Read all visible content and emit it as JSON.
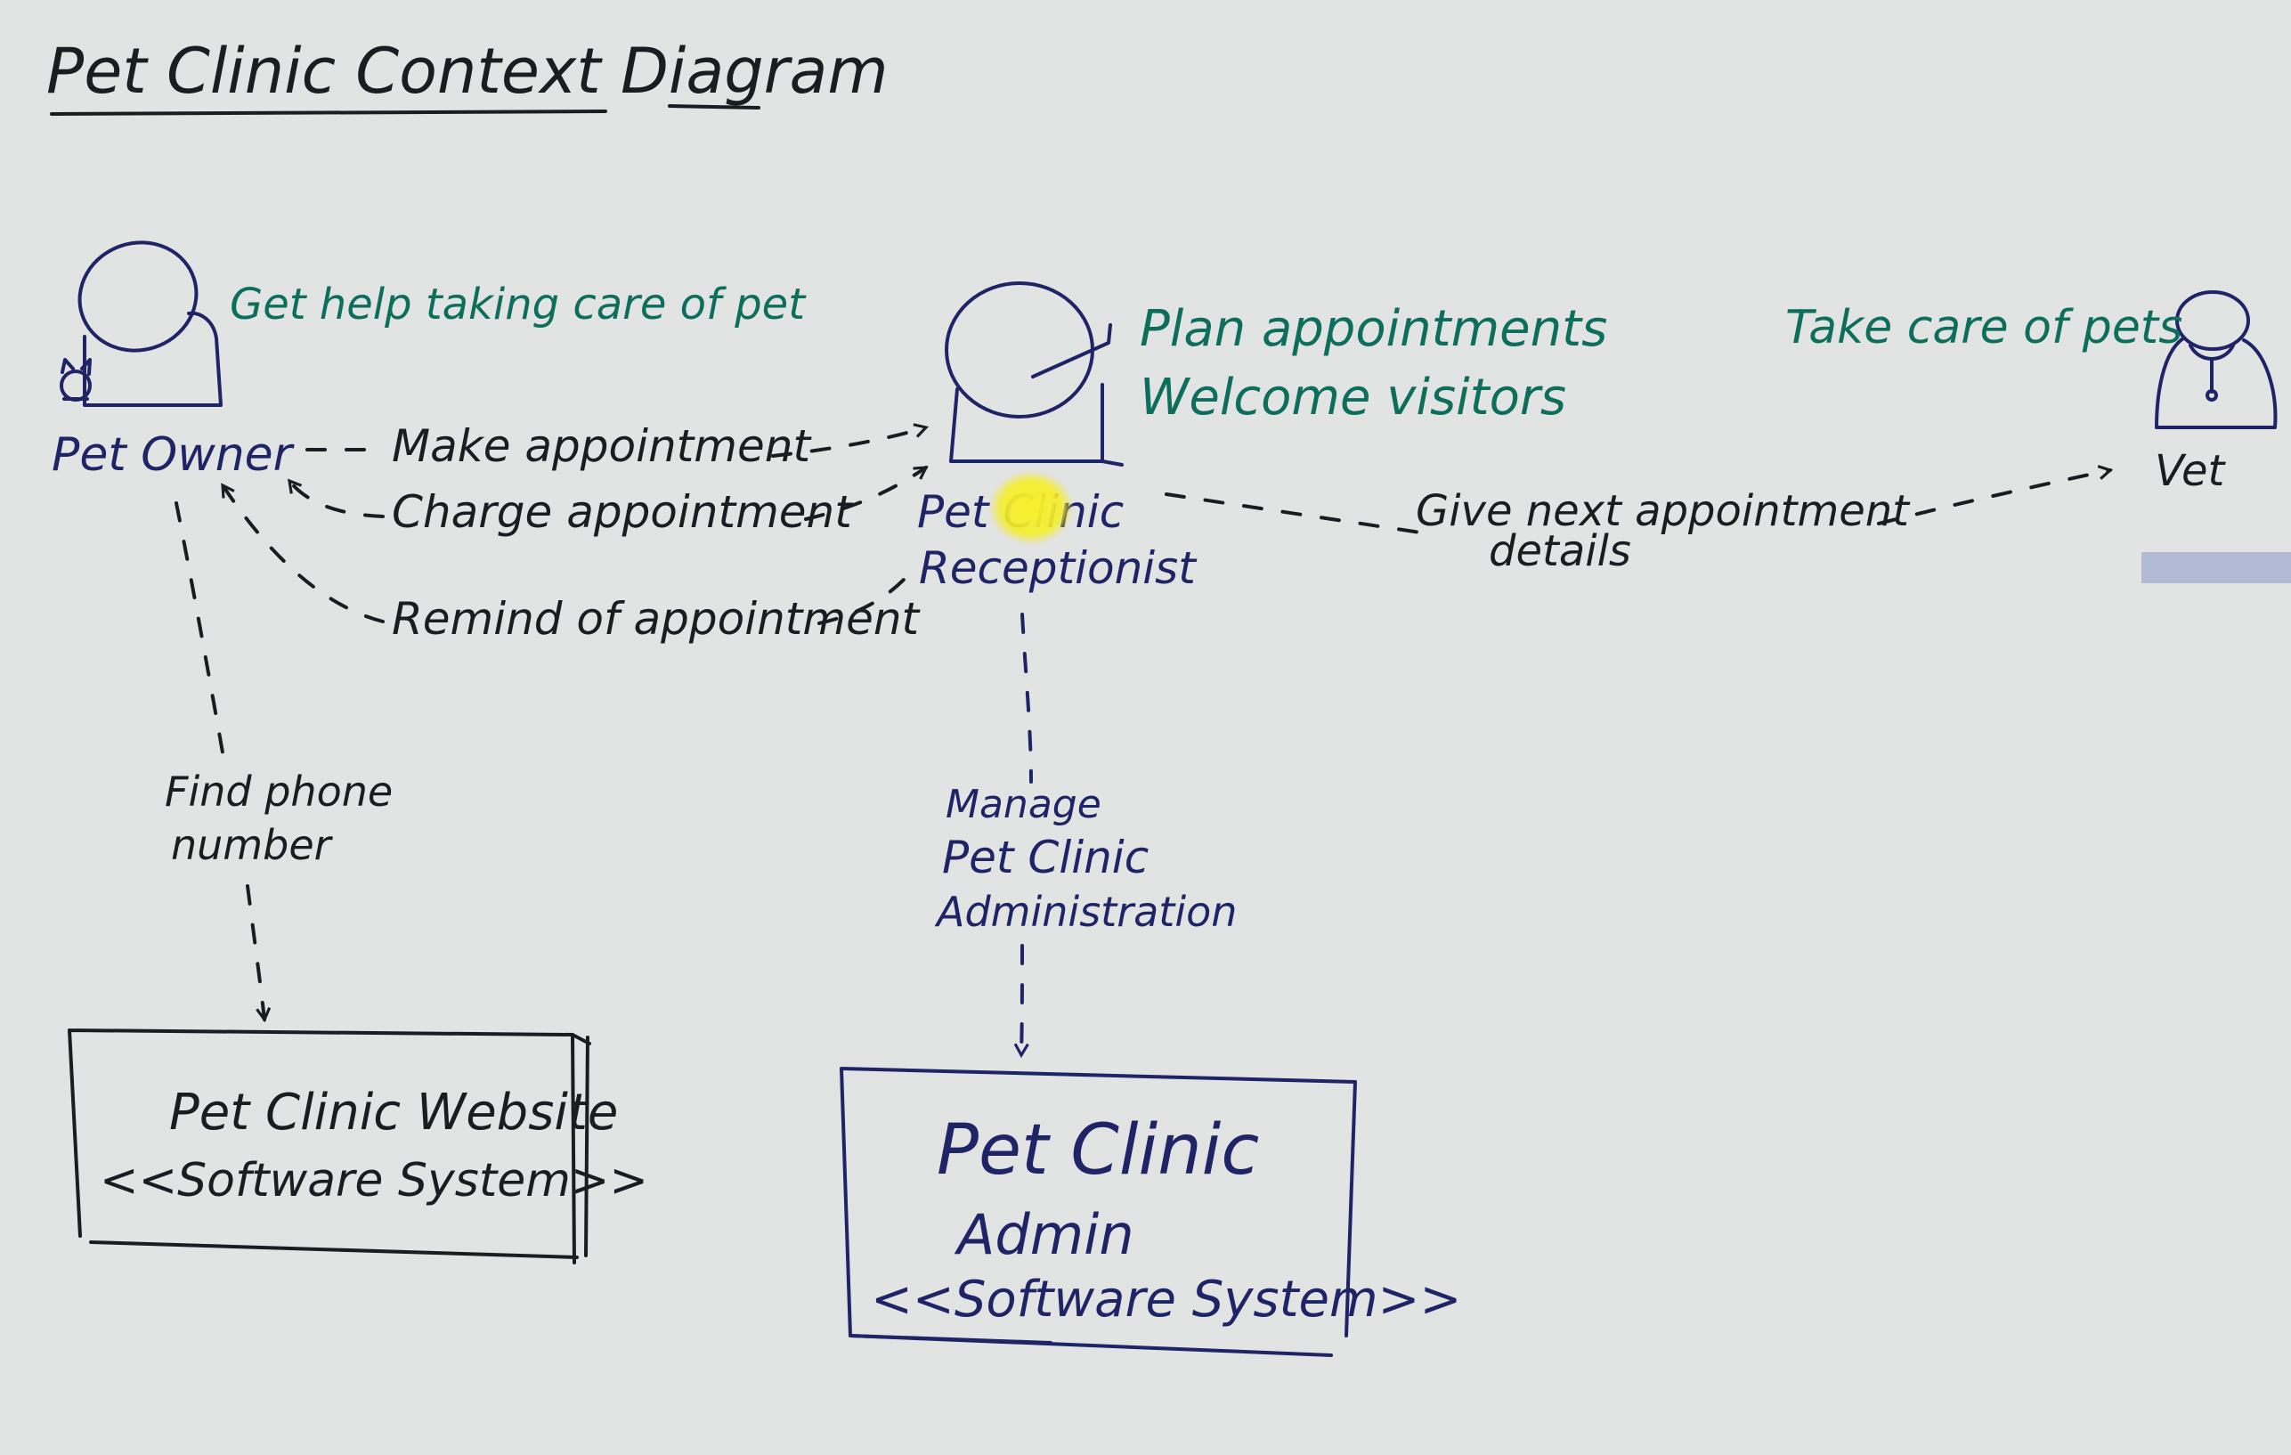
{
  "title": "Pet Clinic Context Diagram",
  "colors": {
    "background": "#e2e3e3",
    "black_ink": "#1b1c22",
    "navy_ink": "#1f2466",
    "green_ink": "#0d6e5c",
    "highlight": "#f5ee2a"
  },
  "actors": [
    {
      "id": "pet-owner",
      "name": "Pet Owner",
      "goal": "Get help taking care of pet",
      "icon": "person-with-pet-icon"
    },
    {
      "id": "receptionist",
      "name_line1": "Pet Clinic",
      "name_line2": "Receptionist",
      "goal_line1": "Plan appointments",
      "goal_line2": "Welcome visitors",
      "icon": "person-with-headset-icon"
    },
    {
      "id": "vet",
      "name": "Vet",
      "goal": "Take care of pets",
      "icon": "person-with-stethoscope-icon"
    }
  ],
  "relationships": {
    "make_appointment": "Make appointment",
    "change_appointment": "Charge appointment",
    "remind_of_appointment": "Remind of appointment",
    "give_next_line1": "Give next appointment",
    "give_next_line2": "details",
    "find_phone_line1": "Find phone",
    "find_phone_line2": "number",
    "manage_line1": "Manage",
    "manage_line2": "Pet Clinic",
    "manage_line3": "Administration"
  },
  "systems": [
    {
      "id": "website",
      "name": "Pet Clinic Website",
      "stereotype": "<<Software System>>"
    },
    {
      "id": "admin",
      "name_line1": "Pet Clinic",
      "name_line2": "Admin",
      "stereotype": "<<Software System>>"
    }
  ]
}
